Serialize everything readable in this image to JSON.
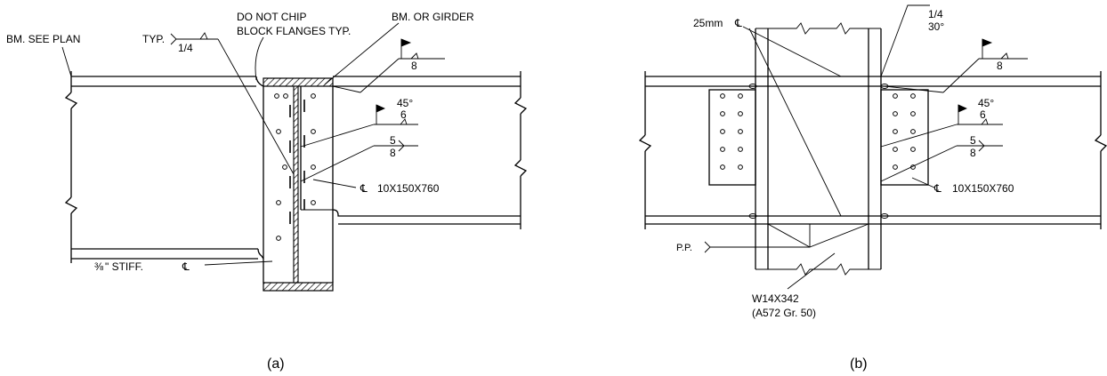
{
  "figure_a": {
    "caption": "(a)",
    "labels": {
      "beam_see_plan": "BM. SEE PLAN",
      "typ": "TYP.",
      "weld_quarter": "1/4",
      "do_not_chip_1": "DO NOT CHIP",
      "do_not_chip_2": "BLOCK FLANGES TYP.",
      "bm_or_girder": "BM. OR GIRDER",
      "weld_8": "8",
      "angle_45": "45°",
      "weld_6": "6",
      "weld_5": "5",
      "weld_8b": "8",
      "plate": "10X150X760",
      "stiff_frac": "⅜",
      "stiff": "\" STIFF."
    }
  },
  "figure_b": {
    "caption": "(b)",
    "labels": {
      "plate_25mm": "25mm",
      "weld_quarter": "1/4",
      "angle_30": "30°",
      "weld_8": "8",
      "angle_45": "45°",
      "weld_6": "6",
      "weld_5": "5",
      "weld_8b": "8",
      "plate": "10X150X760",
      "pp": "P.P.",
      "column": "W14X342",
      "grade": "(A572 Gr. 50)"
    }
  }
}
